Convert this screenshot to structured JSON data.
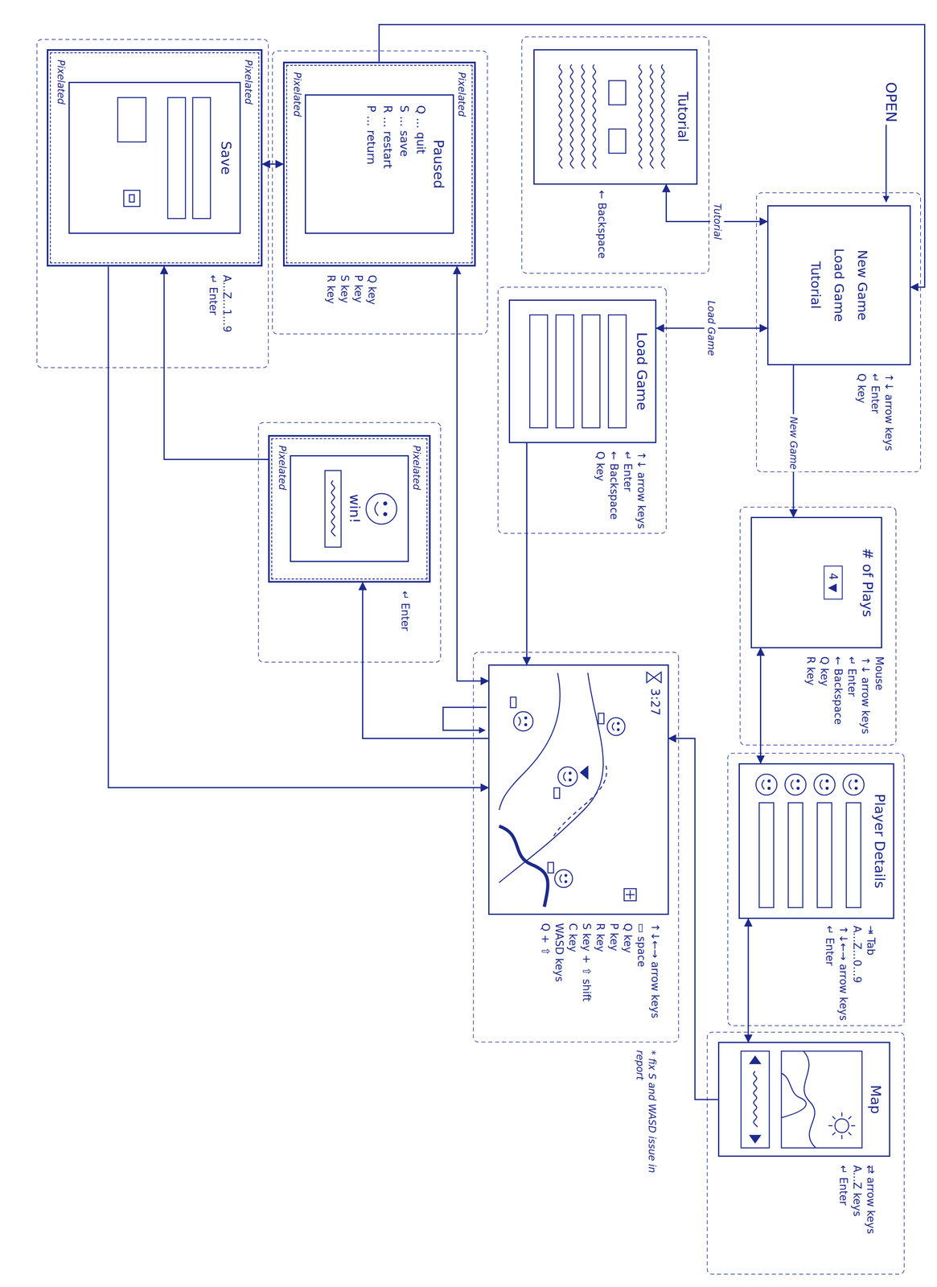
{
  "diagram": {
    "nodes": [
      {
        "text": [
          "New Game",
          "Load Game",
          "Tutorial"
        ]
      },
      {
        "text": [
          "Tutorial"
        ]
      },
      {
        "text": [
          "Load Game"
        ]
      },
      {
        "text": [
          "# of Plays",
          "4 ▼"
        ]
      },
      {
        "text": [
          "Player Details"
        ]
      },
      {
        "text": [
          "Map"
        ]
      },
      {
        "text": [
          "3:27"
        ]
      },
      {
        "text": [
          "Pixelated",
          "Pixelated"
        ]
      },
      {
        "text": [
          "Paused",
          "Q ... quit",
          "S ... save",
          "R ... restart",
          "P ... return"
        ],
        "in": 7
      },
      {
        "text": [
          "Pixelated",
          "Pixelated"
        ]
      },
      {
        "text": [
          "Save"
        ],
        "in": 9
      },
      {
        "text": [
          "Pixelated",
          "Pixelated"
        ]
      },
      {
        "text": [
          "win!"
        ],
        "in": 11
      }
    ],
    "edges": [
      {
        "from": 0,
        "to": 1,
        "label": "Tutorial",
        "arrow": "both"
      },
      {
        "from": 0,
        "to": 2,
        "label": "Load Game",
        "arrow": "both"
      },
      {
        "from": 0,
        "to": 3,
        "label": "New Game",
        "arrow": "to"
      },
      {
        "from": 3,
        "to": 4,
        "arrow": "both"
      },
      {
        "from": 4,
        "to": 5,
        "arrow": "both"
      },
      {
        "from": 5,
        "to": 6,
        "arrow": "to"
      },
      {
        "from": 2,
        "to": 6,
        "arrow": "to"
      },
      {
        "from": 6,
        "to": 7,
        "arrow": "both"
      },
      {
        "from": 7,
        "to": 9,
        "arrow": "both"
      },
      {
        "from": 7,
        "to": 0,
        "arrow": "to"
      },
      {
        "from": 6,
        "to": 11,
        "arrow": "to"
      },
      {
        "from": 11,
        "to": 9,
        "arrow": "to"
      },
      {
        "from": 9,
        "to": 6,
        "arrow": "to"
      }
    ],
    "labels": [
      "OPEN",
      "↑↓ arrow keys",
      "↵ Enter",
      "Q key",
      "← Backspace",
      "↑↓ arrow keys",
      "↵ Enter",
      "← Backspace",
      "Q key",
      "Mouse",
      "↑↓ arrow keys",
      "↵ Enter",
      "← Backspace",
      "Q key",
      "R key",
      "⇥ Tab",
      "A...Z...0...9",
      "↑↓←→ arrow keys",
      "↵ Enter",
      "⇄ arrow keys",
      "A...Z keys",
      "↵ Enter",
      "↑↓←→ arrow keys",
      "▭ space",
      "Q key",
      "P key",
      "R key",
      "S key + ⇧ shift",
      "C key",
      "WASD keys",
      "Q + ⇧",
      "* fix S and WASD issue in report",
      "Q key",
      "P key",
      "S key",
      "R key",
      "↵ Enter",
      "A...Z...1...9",
      "↵ Enter"
    ]
  }
}
